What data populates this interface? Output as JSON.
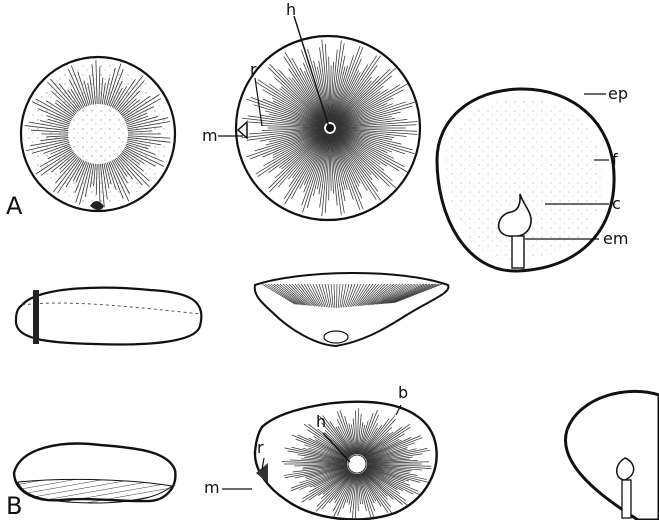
{
  "figure": {
    "panel_labels": {
      "A": "A",
      "B": "B"
    },
    "row_a": {
      "seed_face": {
        "h": "h",
        "r": "r",
        "m": "m"
      },
      "seed_section": {
        "ep": "ep",
        "f": "f",
        "c": "c",
        "em": "em"
      }
    },
    "row_b": {
      "seed_face": {
        "h": "h",
        "b": "b",
        "r": "r",
        "m": "m"
      }
    }
  }
}
